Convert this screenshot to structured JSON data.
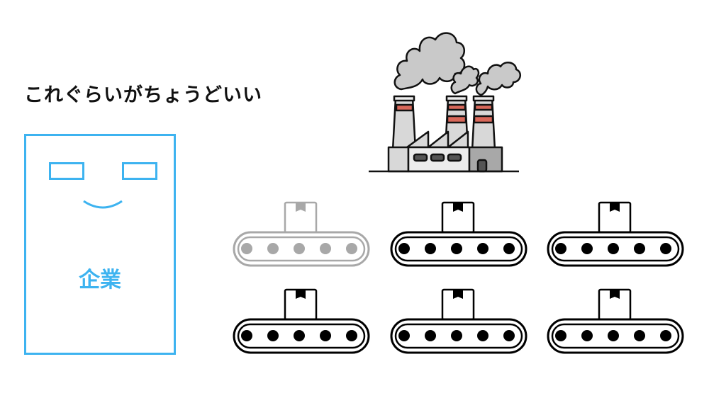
{
  "heading": "これぐらいがちょうどいい",
  "company": {
    "label": "企業",
    "color": "#3db3f0"
  },
  "factory": {
    "icon": "factory-icon",
    "stripe_color": "#d9685a"
  },
  "production_lines": {
    "total": 6,
    "active": 5,
    "items": [
      {
        "state": "inactive"
      },
      {
        "state": "active"
      },
      {
        "state": "active"
      },
      {
        "state": "active"
      },
      {
        "state": "active"
      },
      {
        "state": "active"
      }
    ]
  }
}
